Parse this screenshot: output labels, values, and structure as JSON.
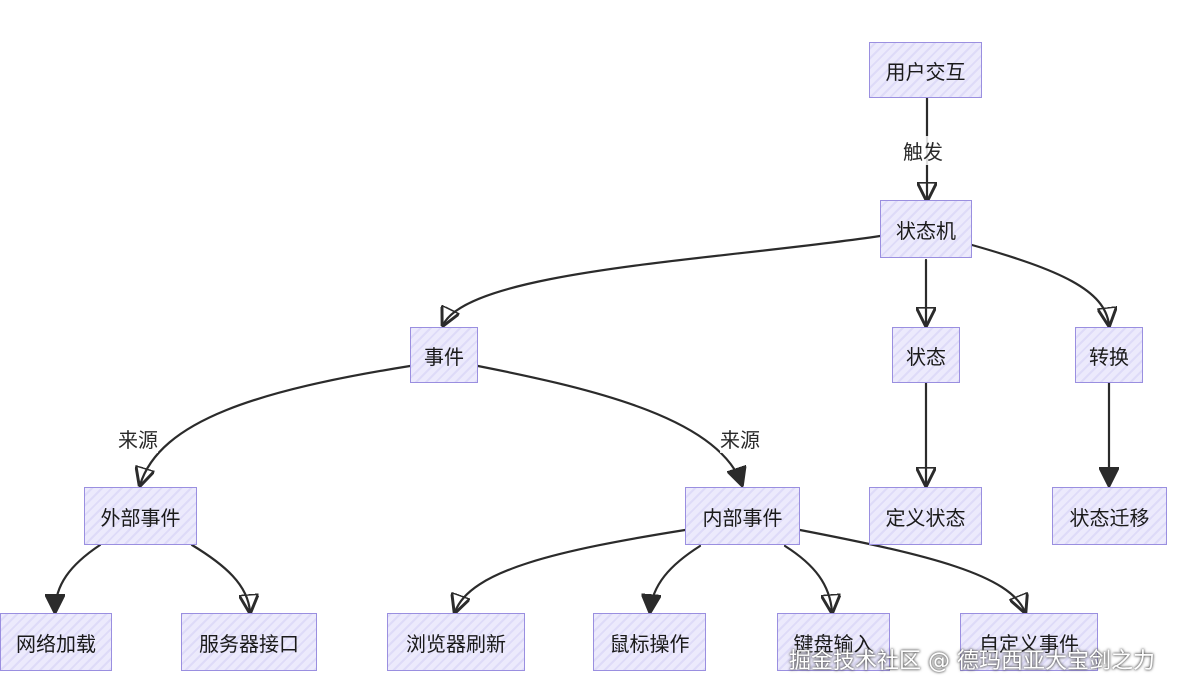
{
  "nodes": {
    "user_interaction": "用户交互",
    "state_machine": "状态机",
    "event": "事件",
    "state": "状态",
    "transition": "转换",
    "external_event": "外部事件",
    "internal_event": "内部事件",
    "define_state": "定义状态",
    "state_migration": "状态迁移",
    "network_load": "网络加载",
    "server_api": "服务器接口",
    "browser_refresh": "浏览器刷新",
    "mouse_action": "鼠标操作",
    "keyboard_input": "键盘输入",
    "custom_event": "自定义事件"
  },
  "edge_labels": {
    "trigger": "触发",
    "source_left": "来源",
    "source_right": "来源"
  },
  "watermark": "掘金技术社区 @ 德玛西亚大宝剑之力",
  "colors": {
    "node_fill": "#eceafc",
    "node_border": "#9a8fe0",
    "edge": "#2b2b2b"
  }
}
